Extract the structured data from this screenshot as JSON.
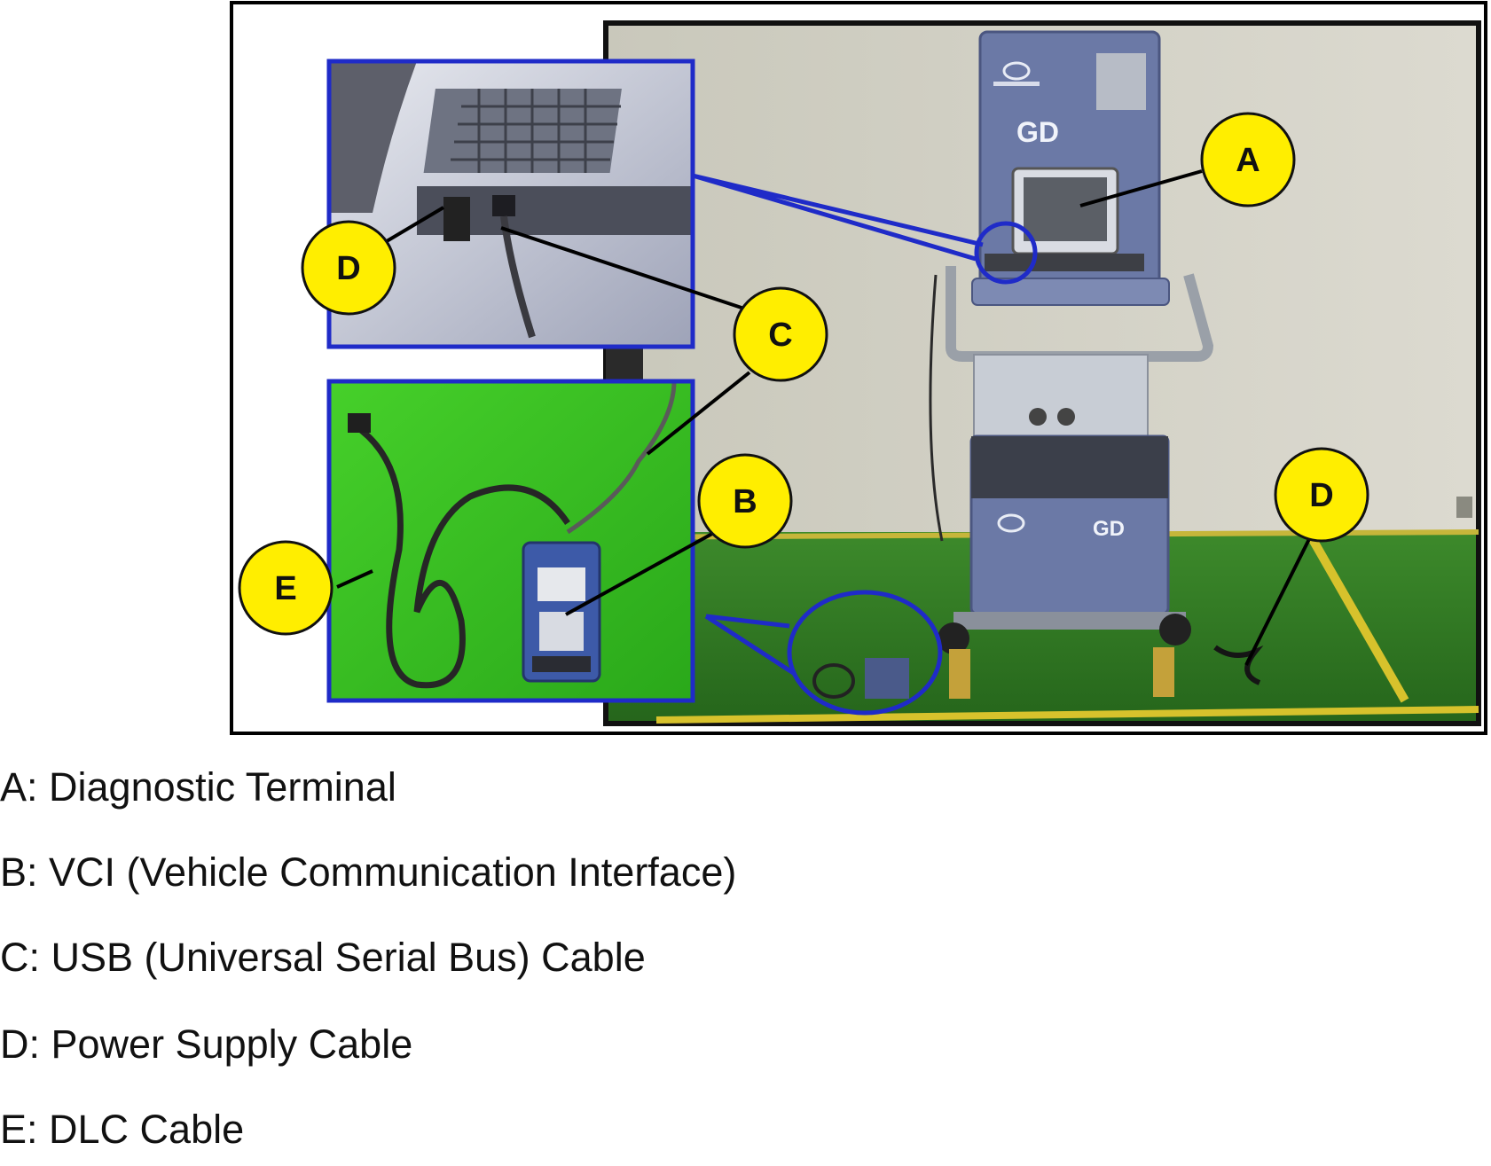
{
  "colors": {
    "frame": "#000000",
    "highlight_blue": "#1f2bc8",
    "callout_fill": "#ffee00",
    "wall": "#d4d2c5",
    "floor": "#2f7a22",
    "floor_line": "#d7c22c",
    "inset_green": "#38c41f",
    "cart_blue": "#6878a8"
  },
  "callouts": {
    "a": "A",
    "b": "B",
    "c": "C",
    "d_inset": "D",
    "d_floor": "D",
    "e": "E"
  },
  "legend": [
    {
      "text": "A: Diagnostic Terminal"
    },
    {
      "text": "B: VCI (Vehicle Communication Interface)"
    },
    {
      "text": "C: USB (Universal Serial Bus) Cable"
    },
    {
      "text": "D: Power Supply Cable"
    },
    {
      "text": "E: DLC Cable"
    }
  ]
}
